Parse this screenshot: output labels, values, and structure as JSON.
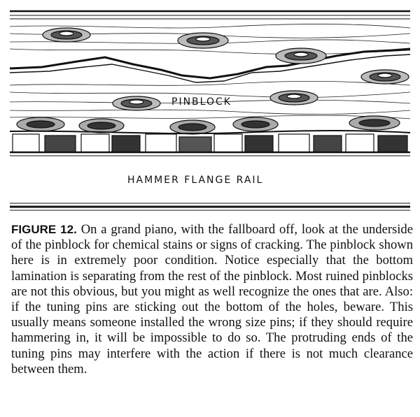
{
  "figure": {
    "labels": {
      "pinblock": "PINBLOCK",
      "hammer_flange_rail": "HAMMER FLANGE RAIL"
    },
    "caption": {
      "label": "FIGURE 12.",
      "text": "On a grand piano, with the fallboard off, look at the underside of the pinblock for chemical stains or signs of cracking. The pinblock shown here is in extremely poor condition. Notice especially that the bottom lamination is separating from the rest of the pinblock. Most ruined pinblocks are not this obvious, but you might as well recognize the ones that are. Also: if the tuning pins are sticking out the bottom of the holes, beware. This usually means someone installed the wrong size pins; if they should require hammering in, it will be impossible to do so. The protruding ends of the tuning pins may interfere with the action if there is not much clearance between them."
    }
  }
}
